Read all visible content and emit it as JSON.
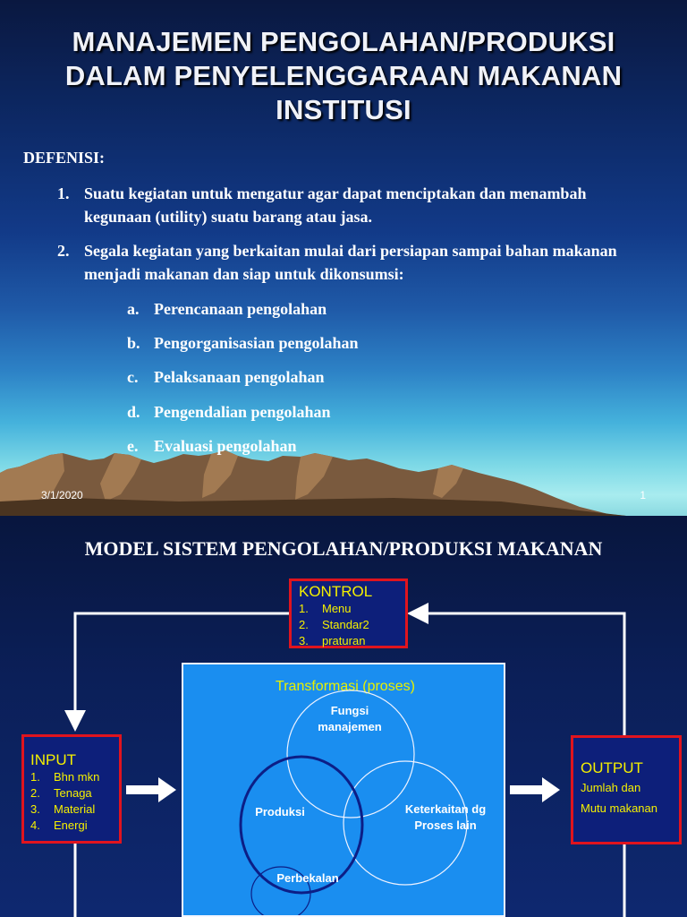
{
  "slide1": {
    "title": "MANAJEMEN PENGOLAHAN/PRODUKSI DALAM PENYELENGGARAAN MAKANAN INSTITUSI",
    "definition_heading": "DEFENISI:",
    "definitions": [
      {
        "num": "1.",
        "text": "Suatu kegiatan untuk mengatur agar dapat menciptakan dan menambah kegunaan (utility) suatu barang atau jasa."
      },
      {
        "num": "2.",
        "text": "Segala kegiatan yang berkaitan mulai dari persiapan sampai bahan makanan menjadi makanan dan siap untuk dikonsumsi:"
      }
    ],
    "subitems": [
      {
        "letter": "a.",
        "text": "Perencanaan pengolahan"
      },
      {
        "letter": "b.",
        "text": "Pengorganisasian pengolahan"
      },
      {
        "letter": "c.",
        "text": "Pelaksanaan pengolahan"
      },
      {
        "letter": "d.",
        "text": "Pengendalian pengolahan"
      },
      {
        "letter": "e.",
        "text": "Evaluasi pengolahan"
      }
    ],
    "footer_date": "3/1/2020",
    "slide_number": "1"
  },
  "slide2": {
    "heading": "MODEL SISTEM PENGOLAHAN/PRODUKSI MAKANAN",
    "kontrol": {
      "title": "KONTROL",
      "items": [
        {
          "num": "1.",
          "text": "Menu"
        },
        {
          "num": "2.",
          "text": "Standar2"
        },
        {
          "num": "3.",
          "text": "praturan"
        }
      ]
    },
    "input": {
      "title": "INPUT",
      "items": [
        {
          "num": "1.",
          "text": "Bhn mkn"
        },
        {
          "num": "2.",
          "text": "Tenaga"
        },
        {
          "num": "3.",
          "text": "Material"
        },
        {
          "num": "4.",
          "text": "Energi"
        }
      ]
    },
    "output": {
      "title": "OUTPUT",
      "lines": [
        "Jumlah dan",
        "Mutu makanan"
      ]
    },
    "transformasi": {
      "title": "Transformasi (proses)",
      "labels": {
        "fungsi": [
          "Fungsi",
          "manajemen"
        ],
        "produksi": "Produksi",
        "keterkaitan": [
          "Keterkaitan dg",
          "Proses lain"
        ],
        "perbekalan": "Perbekalan"
      }
    }
  },
  "colors": {
    "box_border": "#e0141e",
    "box_text": "#f5f000",
    "transform_fill": "#1a8ef0",
    "produksi_circle": "#0c1e86"
  }
}
